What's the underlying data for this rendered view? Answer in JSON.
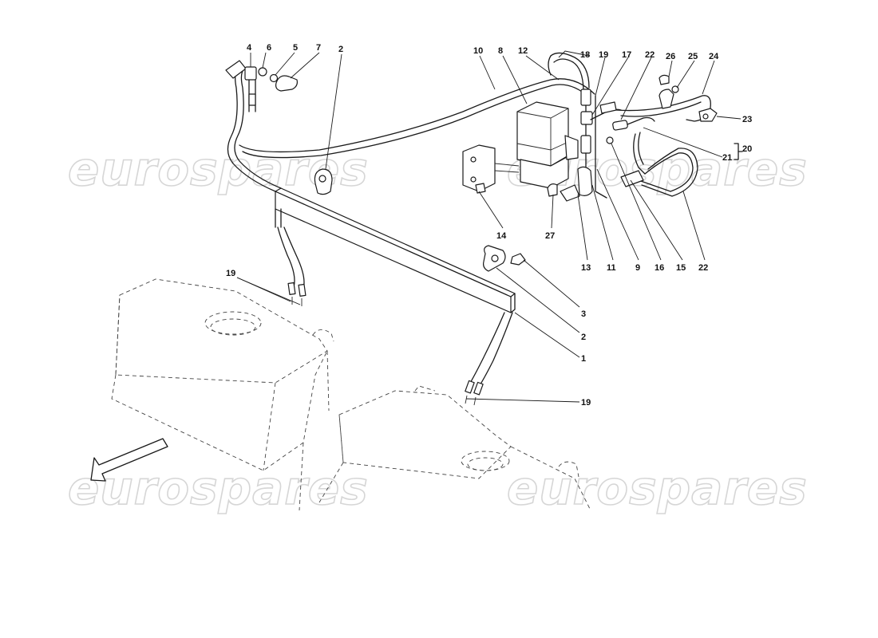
{
  "watermark": {
    "text": "eurospares"
  },
  "labels": [
    {
      "id": "l4",
      "text": "4"
    },
    {
      "id": "l6",
      "text": "6"
    },
    {
      "id": "l5",
      "text": "5"
    },
    {
      "id": "l7",
      "text": "7"
    },
    {
      "id": "l2a",
      "text": "2"
    },
    {
      "id": "l10",
      "text": "10"
    },
    {
      "id": "l8",
      "text": "8"
    },
    {
      "id": "l12",
      "text": "12"
    },
    {
      "id": "l18",
      "text": "18"
    },
    {
      "id": "l19a",
      "text": "19"
    },
    {
      "id": "l17",
      "text": "17"
    },
    {
      "id": "l22a",
      "text": "22"
    },
    {
      "id": "l26",
      "text": "26"
    },
    {
      "id": "l25",
      "text": "25"
    },
    {
      "id": "l24",
      "text": "24"
    },
    {
      "id": "l23",
      "text": "23"
    },
    {
      "id": "l20",
      "text": "20"
    },
    {
      "id": "l21",
      "text": "21"
    },
    {
      "id": "l14",
      "text": "14"
    },
    {
      "id": "l27",
      "text": "27"
    },
    {
      "id": "l13",
      "text": "13"
    },
    {
      "id": "l11",
      "text": "11"
    },
    {
      "id": "l9",
      "text": "9"
    },
    {
      "id": "l16",
      "text": "16"
    },
    {
      "id": "l15",
      "text": "15"
    },
    {
      "id": "l22b",
      "text": "22"
    },
    {
      "id": "l19b",
      "text": "19"
    },
    {
      "id": "l3",
      "text": "3"
    },
    {
      "id": "l2b",
      "text": "2"
    },
    {
      "id": "l1",
      "text": "1"
    },
    {
      "id": "l19c",
      "text": "19"
    }
  ]
}
